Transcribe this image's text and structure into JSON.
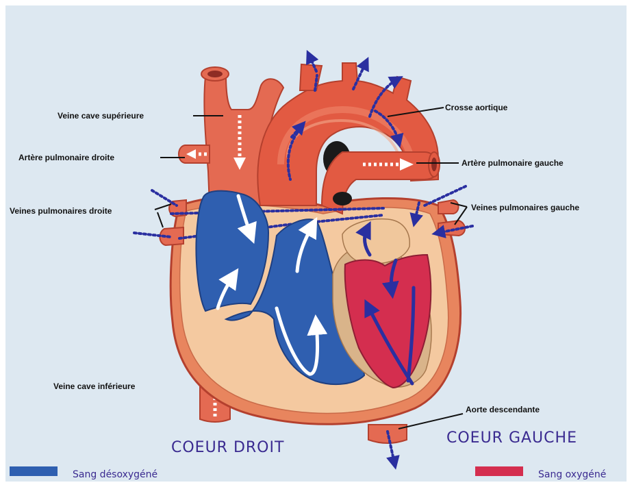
{
  "labels": {
    "vcs": "Veine cave supérieure",
    "apd": "Artère pulmonaire droite",
    "vpd": "Veines pulmonaires droite",
    "vci": "Veine cave inférieure",
    "crosse": "Crosse aortique",
    "apg": "Artère pulmonaire gauche",
    "vpg": "Veines pulmonaires gauche",
    "aorte_desc": "Aorte descendante"
  },
  "titles": {
    "left": "COEUR DROIT",
    "right": "COEUR GAUCHE"
  },
  "legend": {
    "deoxy_label": "Sang désoxygéné",
    "oxy_label": "Sang oxygéné",
    "deoxy_color": "#2f5fb0",
    "oxy_color": "#d42e4f"
  }
}
